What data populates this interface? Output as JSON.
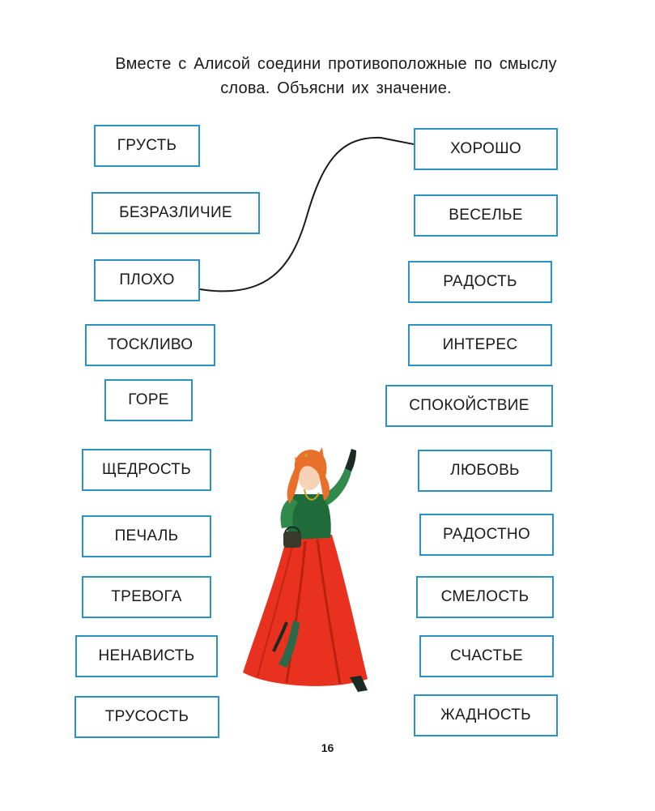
{
  "instruction": {
    "line1": "Вместе с Алисой соедини противоположные по смыслу",
    "line2": "слова. Объясни их значение."
  },
  "left_words": [
    "ГРУСТЬ",
    "БЕЗРАЗЛИЧИЕ",
    "ПЛОХО",
    "ТОСКЛИВО",
    "ГОРЕ",
    "ЩЕДРОСТЬ",
    "ПЕЧАЛЬ",
    "ТРЕВОГА",
    "НЕНАВИСТЬ",
    "ТРУСОСТЬ"
  ],
  "right_words": [
    "ХОРОШО",
    "ВЕСЕЛЬЕ",
    "РАДОСТЬ",
    "ИНТЕРЕС",
    "СПОКОЙСТВИЕ",
    "ЛЮБОВЬ",
    "РАДОСТНО",
    "СМЕЛОСТЬ",
    "СЧАСТЬЕ",
    "ЖАДНОСТЬ"
  ],
  "example_connection": {
    "from": "ПЛОХО",
    "to": "ХОРОШО"
  },
  "page_number": "16",
  "colors": {
    "box_border": "#2a93c4",
    "text": "#1a1a1a",
    "dress": "#e8321f",
    "bodice": "#1f6b3a",
    "hair": "#e8702a"
  }
}
